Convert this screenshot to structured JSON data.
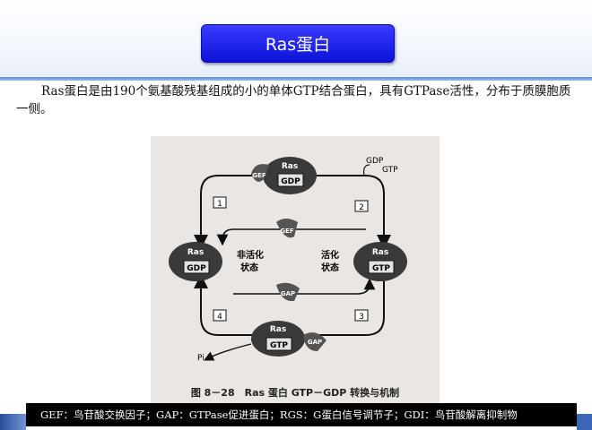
{
  "title": "Ras蛋白",
  "paragraph": "Ras蛋白是由190个氨基酸残基组成的小的单体GTP结合蛋白，具有GTPase活性，分布于质膜胞质一侧。",
  "figure": {
    "ras_label": "Ras",
    "gdp_label": "GDP",
    "gtp_label": "GTP",
    "gef_label": "GEF",
    "gap_label": "GAP",
    "pi_label": "Pi",
    "inactive_label_1": "非活化",
    "inactive_label_2": "状态",
    "active_label_1": "活化",
    "active_label_2": "状态",
    "step1": "1",
    "step2": "2",
    "step3": "3",
    "step4": "4",
    "caption": "图 8－28　Ras 蛋白 GTP－GDP 转换与机制"
  },
  "footer": "GEF：鸟苷酸交换因子；GAP：GTPase促进蛋白；RGS：G蛋白信号调节子；GDI：鸟苷酸解离抑制物",
  "colors": {
    "title_bg": "#1a1ee8",
    "footer_bg": "#000000"
  }
}
